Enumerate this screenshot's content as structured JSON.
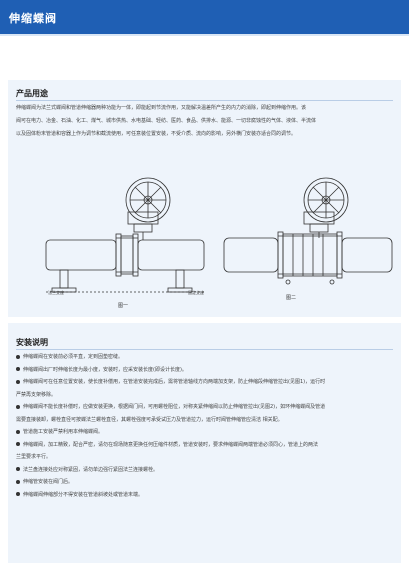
{
  "header": {
    "title": "伸缩蝶阀"
  },
  "product_use": {
    "title": "产品用途",
    "lines": [
      "伸缩蝶阀为法兰式蝶阀和管道伸缩器两种功能为一体，即能起到节流作用，又能解决温差所产生的内力的消除，即起到伸缩作用。该",
      "阀可在电力、冶金、石油、化工、煤气、城市供热、水电基础、轻纺、医药、食品、供排水、能源、一切非腐蚀性的气体、液体、半流体",
      "以及固体粉末管道和容器上作为调节和截流使用，可任意装位置安装，不受介质、流向的影响，另外横门安装亦适合同的调节。"
    ]
  },
  "figures": [
    {
      "caption": "图一",
      "labels": [
        "法兰支座",
        "固定支座"
      ]
    },
    {
      "caption": "图二"
    }
  ],
  "install": {
    "title": "安装说明",
    "items": [
      [
        "伸缩蝶阀在安装前必须平直，定到固垫密缝。"
      ],
      [
        "伸缩蝶阀出厂时伸缩长度为最小度，安装时，应采安装长度(即设计长度)。"
      ],
      [
        "伸缩蝶阀可在任意位置安装，使长度补偿用，在管道安装完成后，需将管道轴线方向两端加支架，防止伸缩段伸缩管拉出(见图1)，运行时",
        "严禁再支架移除。"
      ],
      [
        "伸缩蝶阀不能长度补偿时，应做安装更换，根据阀门间，可用螺栓阻位，对称夹紧伸缩阀以防止伸缩管拉出(见图2)，如环伸缩蝶阀及管道",
        "需要直接装卸，螺栓直径可按蝶法兰螺栓直径，其螺栓强度可承受试压力及管道拉力，运行时阀管伸缩管应清洁 相关配。"
      ],
      [
        "管道施工安装严禁利用本伸缩蝶阀。"
      ],
      [
        "伸缩蝶阀，加工精致，配合严密，请勿在现场随意更换任何压缩件材质，管道安装时，要求伸缩蝶阀两端管道必须同心，管道上的两法",
        "兰里要求平行。"
      ],
      [
        "法兰盘连接处应对称紧固，请勿单边强行紧固法兰连接螺栓。"
      ],
      [
        "伸缩管安装在阀门后。"
      ],
      [
        "伸缩蝶阀伸缩部分不得安装在管道斜坡处或管道末端。"
      ]
    ]
  }
}
